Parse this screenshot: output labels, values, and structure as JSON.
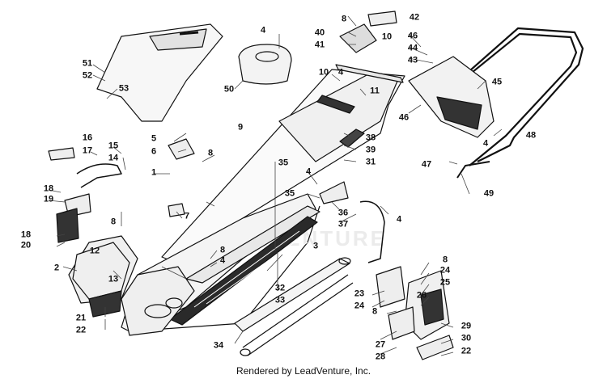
{
  "diagram": {
    "watermark_text": "LEADVENTURE",
    "footer": "Rendered by LeadVenture, Inc.",
    "callouts": {
      "c1": "1",
      "c2": "2",
      "c3": "3",
      "c4a": "4",
      "c4b": "4",
      "c4c": "4",
      "c4d": "4",
      "c4e": "4",
      "c4f": "4",
      "c5": "5",
      "c6": "6",
      "c7": "7",
      "c8a": "8",
      "c8b": "8",
      "c8c": "8",
      "c8d": "8",
      "c8e": "8",
      "c8f": "8",
      "c9": "9",
      "c10a": "10",
      "c10b": "10",
      "c11": "11",
      "c12": "12",
      "c13": "13",
      "c14": "14",
      "c15": "15",
      "c16": "16",
      "c17": "17",
      "c18a": "18",
      "c18b": "18",
      "c19": "19",
      "c20": "20",
      "c21": "21",
      "c22a": "22",
      "c22b": "22",
      "c23": "23",
      "c24a": "24",
      "c24b": "24",
      "c25": "25",
      "c26": "26",
      "c27": "27",
      "c28": "28",
      "c29": "29",
      "c30": "30",
      "c31": "31",
      "c32": "32",
      "c33": "33",
      "c34": "34",
      "c35a": "35",
      "c35b": "35",
      "c36": "36",
      "c37": "37",
      "c38": "38",
      "c39": "39",
      "c40": "40",
      "c41": "41",
      "c42": "42",
      "c43": "43",
      "c44": "44",
      "c45": "45",
      "c46a": "46",
      "c46b": "46",
      "c47": "47",
      "c48": "48",
      "c49": "49",
      "c50": "50",
      "c51": "51",
      "c52": "52",
      "c53": "53"
    }
  }
}
